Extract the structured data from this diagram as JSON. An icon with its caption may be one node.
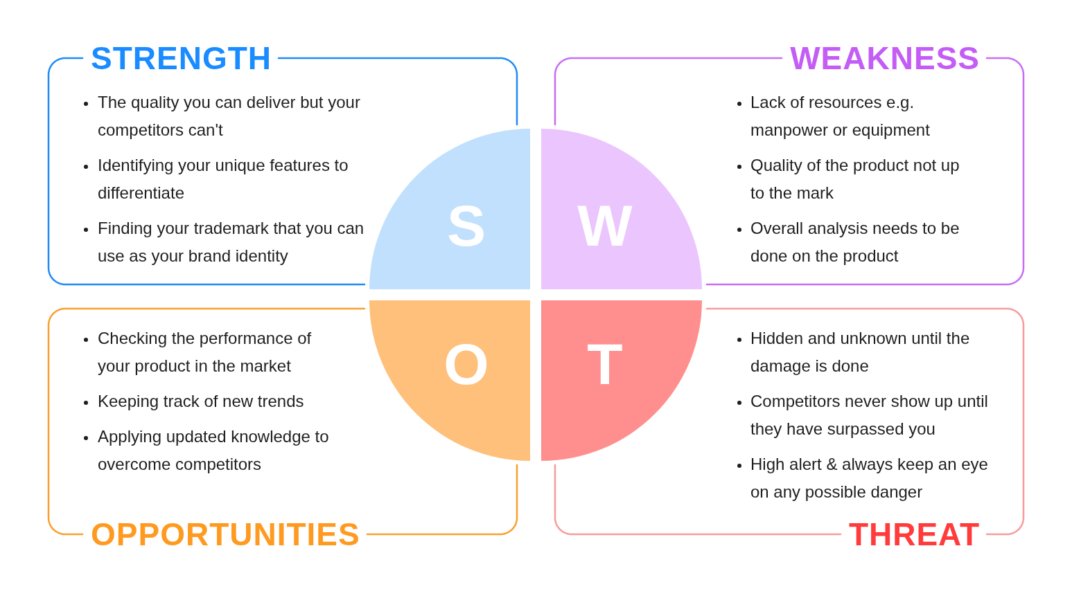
{
  "diagram": {
    "nodes": [
      {
        "text": [
          "STRENGTH",
          "The quality you can deliver but your competitors can't",
          "Identifying your unique features to differentiate",
          "Finding your trademark that you can use as your brand identity"
        ]
      },
      {
        "text": [
          "WEAKNESS",
          "Lack of resources e.g. manpower or equipment",
          "Quality of the product not up to the mark",
          "Overall analysis needs to be done on the product"
        ]
      },
      {
        "text": [
          "S"
        ]
      },
      {
        "text": [
          "W"
        ]
      },
      {
        "text": [
          "O"
        ]
      },
      {
        "text": [
          "T"
        ]
      },
      {
        "text": [
          "Checking the performance of your product in the market",
          "Keeping track of new trends",
          "Applying updated knowledge to overcome competitors",
          "OPPORTUNITIES"
        ]
      },
      {
        "text": [
          "Hidden and unknown until the damage is done",
          "Competitors never show up until they have surpassed you",
          "High alert & always keep an eye on any possible danger",
          "THREAT"
        ]
      }
    ]
  }
}
